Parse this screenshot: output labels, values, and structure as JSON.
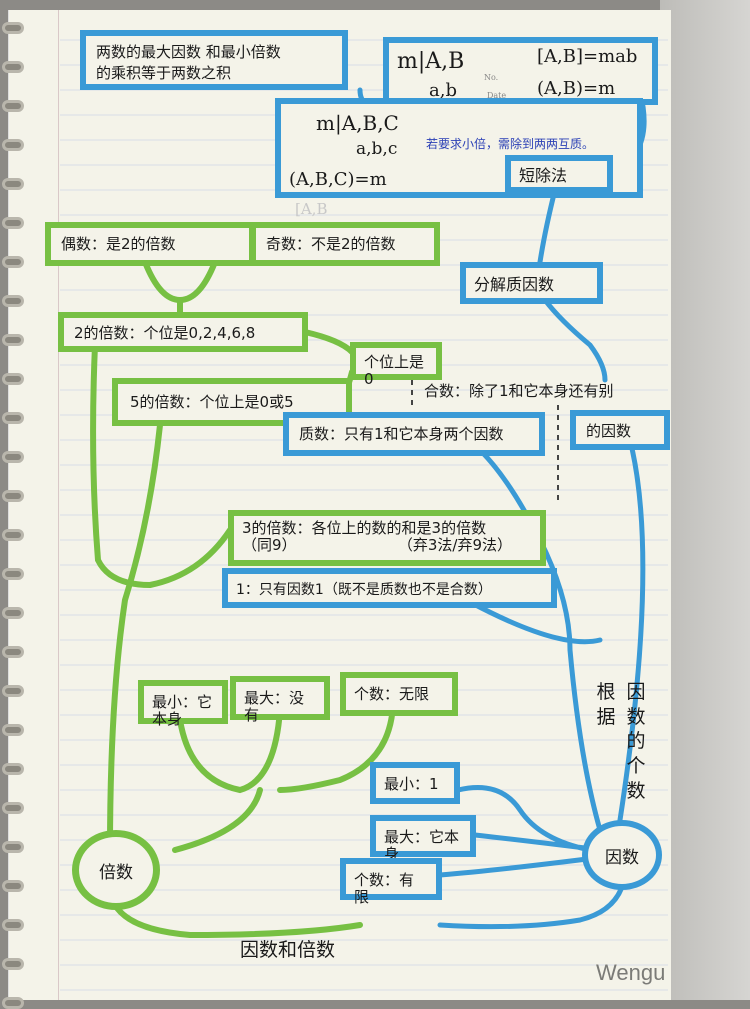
{
  "gcd_lcm_note": {
    "line1": "两数的最大因数 和最小倍数",
    "line2": "的乘积等于两数之积"
  },
  "two_num_formula": {
    "division": "m|A,B",
    "quotients": "a,b",
    "no_label": "No.",
    "date_label": "Date",
    "lcm": "[A,B]=mab",
    "gcd": "(A,B)=m"
  },
  "three_num_formula": {
    "division": "m|A,B,C",
    "quotients": "a,b,c",
    "note": "若要求小倍，需除到两两互质。",
    "gcd": "(A,B,C)=m",
    "faded": "[A,B"
  },
  "short_division": "短除法",
  "prime_factorization": "分解质因数",
  "even": "偶数：是2的倍数",
  "odd": "奇数：不是2的倍数",
  "mult_2": "2的倍数：个位是0,2,4,6,8",
  "ones_zero": "个位上是0",
  "mult_5": "5的倍数：个位上是0或5",
  "composite": "合数：除了1和它本身还有别",
  "composite_cont": "的因数",
  "prime": "质数：只有1和它本身两个因数",
  "mult_3": {
    "line1": "3的倍数：各位上的数的和是3的倍数",
    "line2": "（同9）",
    "line3": "（弃3法/弃9法）"
  },
  "one_note": "1：只有因数1（既不是质数也不是合数）",
  "multiple_props": {
    "min": "最小：它本身",
    "max": "最大：没有",
    "count": "个数：无限"
  },
  "factor_props": {
    "min": "最小：1",
    "max": "最大：它本身",
    "count": "个数：有限"
  },
  "vertical_note": [
    "根",
    "据",
    "因",
    "数",
    "的",
    "个",
    "数"
  ],
  "multiple": "倍数",
  "factor": "因数",
  "main_title": "因数和倍数",
  "brand": "Wengu",
  "colors": {
    "green": "#77c043",
    "blue": "#3a9ad6",
    "paper": "#f4f3e9"
  }
}
